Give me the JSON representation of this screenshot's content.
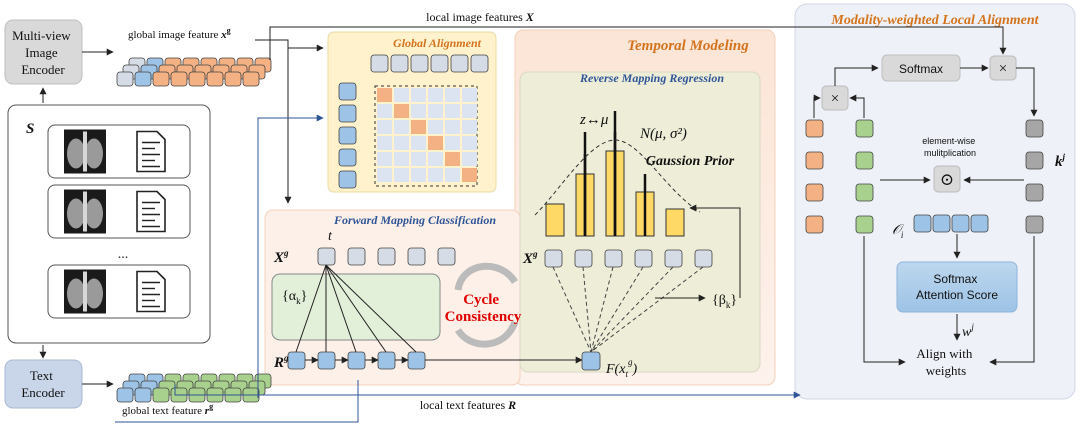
{
  "encoders": {
    "image_encoder": [
      "Multi-view",
      "Image",
      "Encoder"
    ],
    "text_encoder": [
      "Text",
      "Encoder"
    ]
  },
  "labels": {
    "S": "S",
    "ellipsis": "...",
    "global_image_feature": "global image feature ",
    "global_image_sym": "x",
    "global_image_sup": "g",
    "global_text_feature": "global text feature ",
    "global_text_sym": "r",
    "global_text_sup": "g",
    "local_image_features": "local image features ",
    "local_image_sym": "X",
    "local_text_features": "local text features ",
    "local_text_sym": "R"
  },
  "global_alignment": {
    "title": "Global Alignment"
  },
  "temporal": {
    "title": "Temporal Modeling",
    "reverse_title": "Reverse Mapping Regression",
    "z": "z",
    "arrow": "↔",
    "mu": "μ",
    "normal": "N(μ, σ²)",
    "prior": "Gaussion Prior",
    "Xg": "X",
    "Xg_sup": "g",
    "beta": "{β",
    "beta_sub": "k",
    "beta_close": "}",
    "F": "F(x",
    "F_sub": "t",
    "F_sup": "g",
    "F_close": ")"
  },
  "forward": {
    "title": "Forward Mapping Classification",
    "t": "t",
    "Xg": "X",
    "Xg_sup": "g",
    "Rg": "R",
    "Rg_sup": "g",
    "alpha": "{α",
    "alpha_sub": "k",
    "alpha_close": "}"
  },
  "cycle": {
    "line1": "Cycle",
    "line2": "Consistency"
  },
  "local_alignment": {
    "title": "Modality-weighted Local Alignment",
    "softmax": "Softmax",
    "times": "×",
    "elementwise": [
      "element-wise",
      "mulitplication"
    ],
    "odot": "⊙",
    "k": "k",
    "k_sup": "j",
    "O": "𝒪",
    "O_sub": "i",
    "softmax_att": [
      "Softmax",
      "Attention Score"
    ],
    "w": "w",
    "w_sup": "j",
    "align": [
      "Align with",
      "weights"
    ]
  },
  "colors": {
    "orange": "#f4b183",
    "blue": "#9dc3e6",
    "gray_blue": "#d6dce5",
    "green": "#a9d18e",
    "gray": "#a6a6a6",
    "yellow": "#ffd966",
    "red": "#e00000",
    "title_orange": "#d4741e",
    "title_blue": "#2f5597"
  }
}
